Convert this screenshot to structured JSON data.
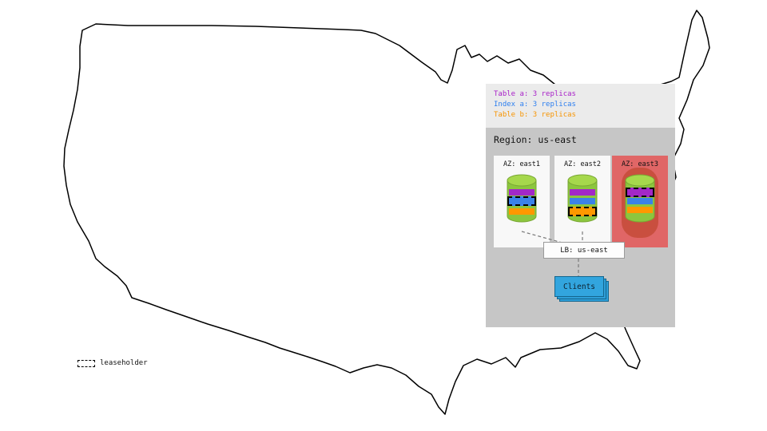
{
  "replica_legend": {
    "items": [
      {
        "id": "table-a",
        "label": "Table a: 3 replicas",
        "color": "#a81fc8"
      },
      {
        "id": "index-a",
        "label": "Index a: 3 replicas",
        "color": "#2d7ff0"
      },
      {
        "id": "table-b",
        "label": "Table b: 3 replicas",
        "color": "#f79400"
      }
    ]
  },
  "region": {
    "title": "Region: us-east",
    "azs": [
      {
        "label": "AZ: east1",
        "status": "healthy",
        "replicas": [
          "table-a",
          "index-a",
          "table-b"
        ],
        "leaseholders": [
          "index-a"
        ]
      },
      {
        "label": "AZ: east2",
        "status": "healthy",
        "replicas": [
          "table-a",
          "index-a",
          "table-b"
        ],
        "leaseholders": [
          "table-b"
        ]
      },
      {
        "label": "AZ: east3",
        "status": "failed",
        "replicas": [
          "table-a",
          "index-a",
          "table-b"
        ],
        "leaseholders": [
          "table-a"
        ]
      }
    ]
  },
  "load_balancer": {
    "label": "LB: us-east"
  },
  "clients": {
    "label": "Clients"
  },
  "map_legend": {
    "leaseholder": "leaseholder"
  },
  "colors": {
    "table_a": "#a228c7",
    "index_a": "#3b82e8",
    "table_b": "#ff9800",
    "node_green": "#8cc63e",
    "az_failed_bg": "#e06666",
    "az_failed_inner": "#c94f3f",
    "clients_blue": "#32a5de",
    "region_bg": "#c6c6c6",
    "legend_bg": "#ebebeb"
  }
}
